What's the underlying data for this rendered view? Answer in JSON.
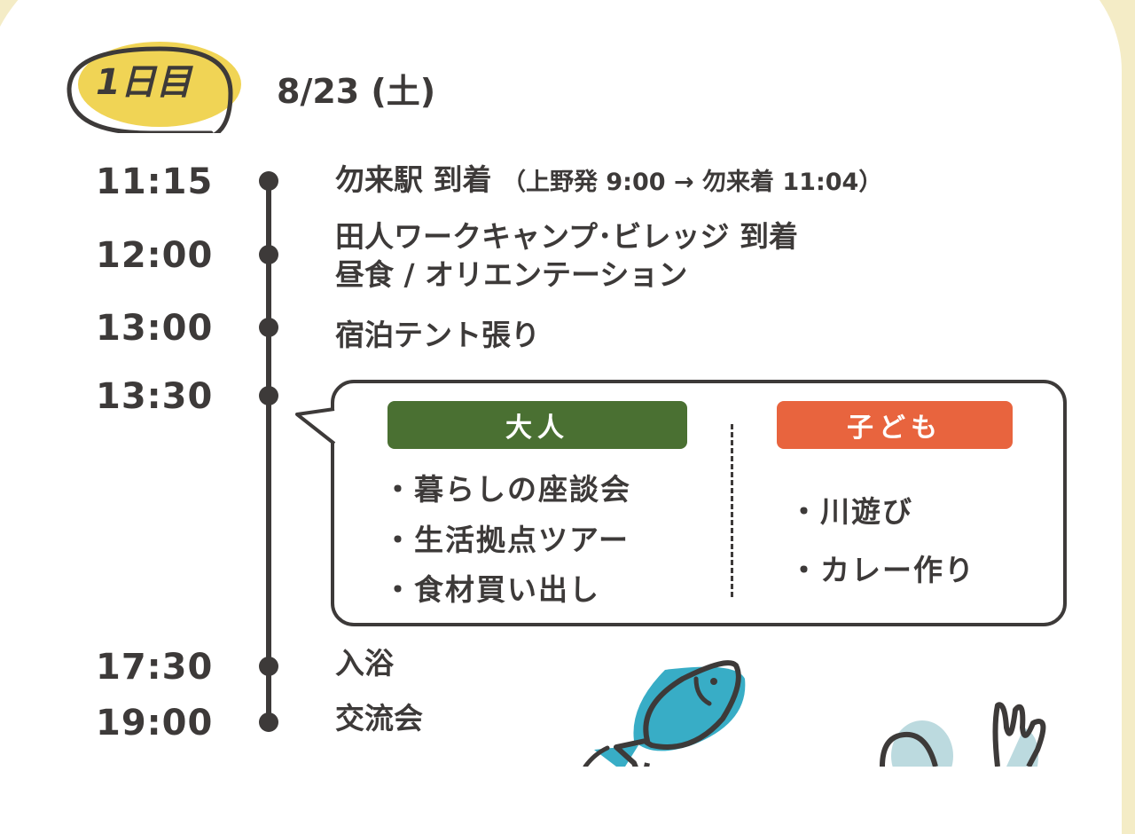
{
  "day_badge": "1日目",
  "date": "8/23 (土)",
  "schedule": [
    {
      "time": "11:15",
      "event": "勿来駅 到着",
      "note": "（上野発 9:00 → 勿来着 11:04）"
    },
    {
      "time": "12:00",
      "event": "田人ワークキャンプ･ビレッジ 到着",
      "event2": "昼食 / オリエンテーション"
    },
    {
      "time": "13:00",
      "event": "宿泊テント張り"
    },
    {
      "time": "13:30"
    },
    {
      "time": "17:30",
      "event": "入浴"
    },
    {
      "time": "19:00",
      "event": "交流会"
    }
  ],
  "activities": {
    "adults": {
      "label": "大人",
      "items": [
        "・暮らしの座談会",
        "・生活拠点ツアー",
        "・食材買い出し"
      ],
      "color": "#4a7032"
    },
    "kids": {
      "label": "子ども",
      "items": [
        "・川遊び",
        "・カレー作り"
      ],
      "color": "#e8643e"
    }
  },
  "colors": {
    "text": "#3d3a39",
    "badge": "#f0d455",
    "fish": "#38adc6"
  }
}
